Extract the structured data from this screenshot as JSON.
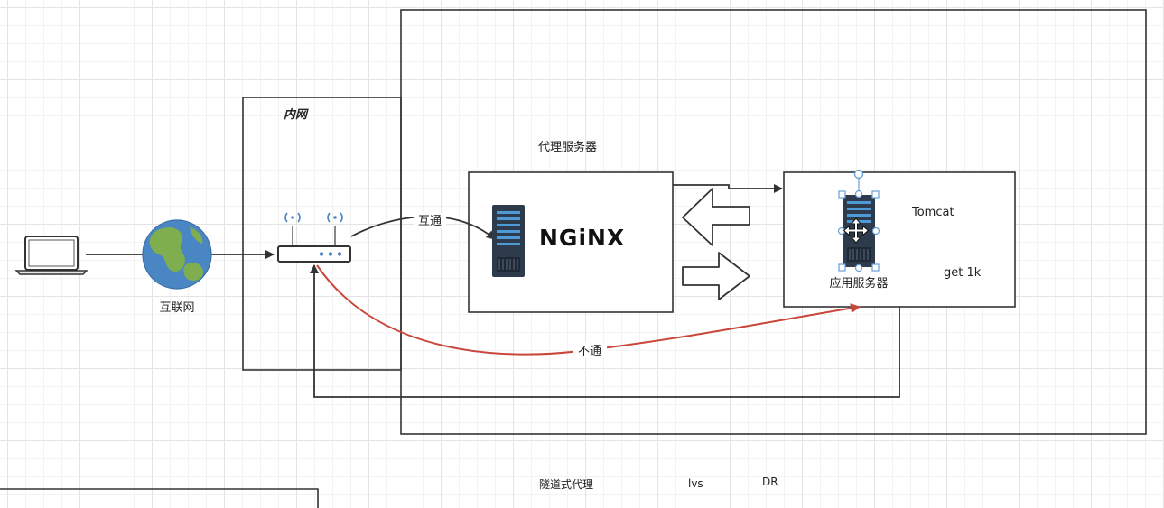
{
  "labels": {
    "intranet": "内网",
    "internet": "互联网",
    "proxy_server": "代理服务器",
    "nginx_logo": "NGiNX",
    "tomcat": "Tomcat",
    "get_request": "get 1k",
    "app_server": "应用服务器",
    "connected": "互通",
    "not_connected": "不通",
    "tunnel_proxy": "隧道式代理",
    "lvs": "lvs",
    "dr": "DR"
  },
  "colors": {
    "stroke": "#333333",
    "blocked_edge": "#c9463a",
    "globe_ocean": "#4a86c4",
    "globe_land": "#7fae4e",
    "server_body": "#2d3b4c",
    "server_slot": "#4d9ad6"
  },
  "icons": [
    "laptop-icon",
    "globe-icon",
    "router-icon",
    "nginx-server-icon",
    "app-server-icon",
    "move-cursor-icon"
  ]
}
